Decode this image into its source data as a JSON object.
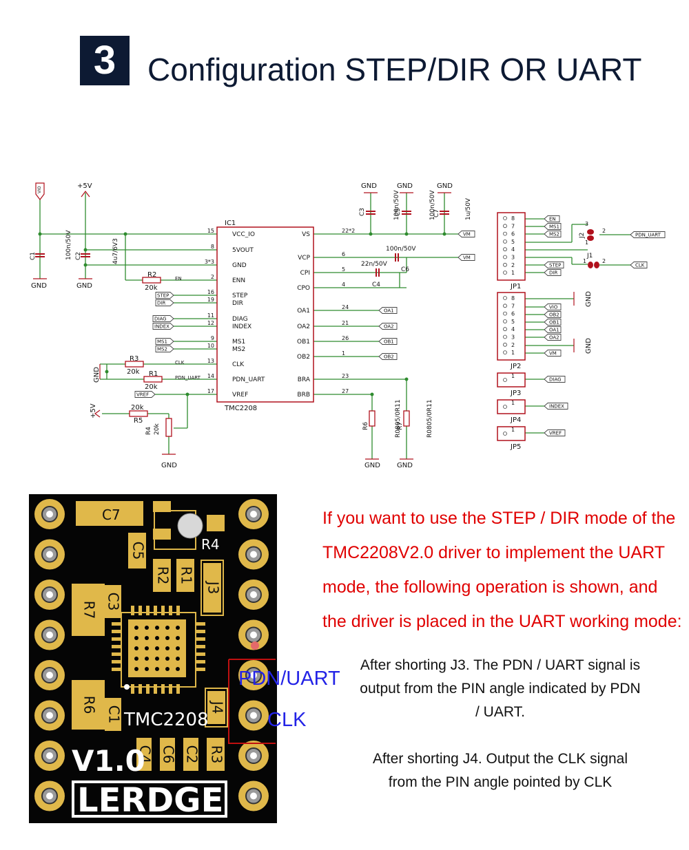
{
  "header": {
    "number": "3",
    "title": "Configuration STEP/DIR OR UART"
  },
  "schematic": {
    "power": {
      "vio": "VIO",
      "plus5v": "+5V",
      "gnd": "GND"
    },
    "caps": {
      "c1": "C1",
      "c1v": "100n/50V",
      "c2": "C2",
      "c2v": "4u7/6V3",
      "c3": "C3",
      "c3v": "100n/50V",
      "c5": "C5",
      "c5v": "100n/50V",
      "c7": "C7",
      "c7v": "1u/50V",
      "c4": "C4",
      "c4v": "22n/50V",
      "c6": "C6",
      "c6v": "100n/50V"
    },
    "ic": {
      "ref": "IC1",
      "part": "TMC2208",
      "left_pins": [
        {
          "num": "15",
          "name": "VCC_IO"
        },
        {
          "num": "8",
          "name": "5VOUT"
        },
        {
          "num": "3*3",
          "name": "GND"
        },
        {
          "num": "2",
          "name": "ENN"
        },
        {
          "num": "16",
          "name": "STEP"
        },
        {
          "num": "19",
          "name": "DIR"
        },
        {
          "num": "11",
          "name": "DIAG"
        },
        {
          "num": "12",
          "name": "INDEX"
        },
        {
          "num": "9",
          "name": "MS1"
        },
        {
          "num": "10",
          "name": "MS2"
        },
        {
          "num": "13",
          "name": "CLK"
        },
        {
          "num": "14",
          "name": "PDN_UART"
        },
        {
          "num": "17",
          "name": "VREF"
        }
      ],
      "right_pins": [
        {
          "num": "22*2",
          "name": "VS"
        },
        {
          "num": "6",
          "name": "VCP"
        },
        {
          "num": "5",
          "name": "CPI"
        },
        {
          "num": "4",
          "name": "CPO"
        },
        {
          "num": "24",
          "name": "OA1"
        },
        {
          "num": "21",
          "name": "OA2"
        },
        {
          "num": "26",
          "name": "OB1"
        },
        {
          "num": "1",
          "name": "OB2"
        },
        {
          "num": "23",
          "name": "BRA"
        },
        {
          "num": "27",
          "name": "BRB"
        }
      ]
    },
    "nets": {
      "vm": "VM",
      "en": "EN",
      "step": "STEP",
      "dir": "DIR",
      "diag": "DIAG",
      "index": "INDEX",
      "ms1": "MS1",
      "ms2": "MS2",
      "clk": "CLK",
      "pdn_uart": "PDN_UART",
      "vref": "VREF",
      "oa1": "OA1",
      "oa2": "OA2",
      "ob1": "OB1",
      "ob2": "OB2"
    },
    "res": {
      "r1": "R1",
      "r1v": "20k",
      "r2": "R2",
      "r2v": "20k",
      "r3": "R3",
      "r3v": "20k",
      "r4": "R4",
      "r4v": "20k",
      "r5": "R5",
      "r5v": "20k",
      "r6": "R6",
      "r6v": "R0805/0R11",
      "r7": "R7",
      "r7v": "R0805/0R11"
    },
    "jumpers": {
      "jp1": "JP1",
      "jp2": "JP2",
      "jp3": "JP3",
      "jp4": "JP4",
      "jp5": "JP5",
      "j1": "J1",
      "j2": "J2"
    },
    "jp1_pins": [
      "8",
      "7",
      "6",
      "5",
      "4",
      "3",
      "2",
      "1"
    ],
    "jp2_pins": [
      "8",
      "7",
      "6",
      "5",
      "4",
      "3",
      "2",
      "1"
    ],
    "jp2_labels": [
      "VIO",
      "OB2",
      "OB1",
      "OA1",
      "OA2",
      "VM"
    ]
  },
  "pcb": {
    "brand": "LERDGE",
    "version": "V1.0",
    "chip": "TMC2208",
    "silk": {
      "c7": "C7",
      "c5": "C5",
      "r4": "R4",
      "r2": "R2",
      "r1": "R1",
      "j3": "J3",
      "r7": "R7",
      "c3": "C3",
      "r6": "R6",
      "c1": "C1",
      "j4": "J4",
      "c4": "C4",
      "c6": "C6",
      "c2": "C2",
      "r3": "R3"
    }
  },
  "labels": {
    "pdn_uart": "PDN/UART",
    "clk": "CLK"
  },
  "text": {
    "red_paragraph": "If you want to use the STEP / DIR mode of the TMC2208V2.0 driver to implement the UART mode, the following operation is shown, and the driver is placed in the UART working mode:",
    "note_j3": "After shorting J3. The PDN / UART signal is output from the PIN angle indicated by PDN / UART.",
    "note_j4": "After shorting J4. Output the CLK signal from the PIN angle pointed by CLK"
  },
  "colors": {
    "schematic_line": "#2e8b2e",
    "schematic_part": "#b0101c",
    "header_box": "#0d1a33",
    "red_text": "#e00000",
    "blue_label": "#2323e6",
    "pcb_gold": "#e0b84a"
  }
}
